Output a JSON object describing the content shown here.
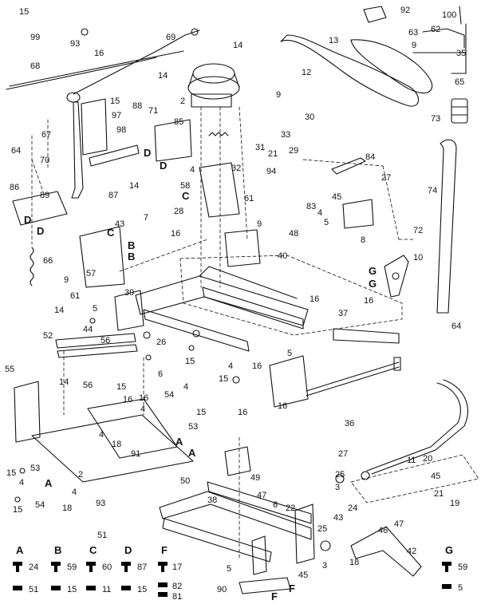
{
  "callouts": [
    "15",
    "99",
    "93",
    "16",
    "69",
    "14",
    "68",
    "92",
    "100",
    "13",
    "62",
    "63",
    "9",
    "35",
    "65",
    "12",
    "14",
    "88",
    "71",
    "2",
    "15",
    "97",
    "98",
    "9",
    "30",
    "73",
    "67",
    "64",
    "70",
    "85",
    "D",
    "D",
    "31",
    "21",
    "33",
    "29",
    "4",
    "32",
    "94",
    "14",
    "87",
    "84",
    "27",
    "74",
    "58",
    "C",
    "61",
    "86",
    "89",
    "D",
    "D",
    "28",
    "9",
    "45",
    "83",
    "4",
    "5",
    "72",
    "43",
    "7",
    "C",
    "B",
    "B",
    "16",
    "48",
    "8",
    "66",
    "40",
    "10",
    "G",
    "G",
    "9",
    "57",
    "61",
    "39",
    "16",
    "16",
    "37",
    "14",
    "5",
    "44",
    "56",
    "52",
    "26",
    "64",
    "15",
    "4",
    "16",
    "5",
    "15",
    "55",
    "14",
    "56",
    "15",
    "6",
    "16",
    "54",
    "4",
    "16",
    "53",
    "15",
    "36",
    "4",
    "16",
    "16",
    "4",
    "18",
    "91",
    "A",
    "A",
    "49",
    "27",
    "20",
    "11",
    "15",
    "53",
    "4",
    "A",
    "54",
    "15",
    "18",
    "4",
    "93",
    "51",
    "2",
    "50",
    "47",
    "6",
    "22",
    "25",
    "45",
    "3",
    "24",
    "21",
    "19",
    "38",
    "43",
    "46",
    "47",
    "25",
    "18",
    "42",
    "5",
    "45",
    "3",
    "90",
    "F",
    "F"
  ],
  "legend": [
    {
      "letter": "A",
      "code": "24",
      "under": "51"
    },
    {
      "letter": "B",
      "code": "59",
      "under": "15"
    },
    {
      "letter": "C",
      "code": "60",
      "under": "11"
    },
    {
      "letter": "D",
      "code": "87",
      "under": "15"
    },
    {
      "letter": "F",
      "code": "17",
      "under": "82",
      "under2": "81"
    },
    {
      "letter": "G",
      "code": "59",
      "under": "5"
    }
  ]
}
